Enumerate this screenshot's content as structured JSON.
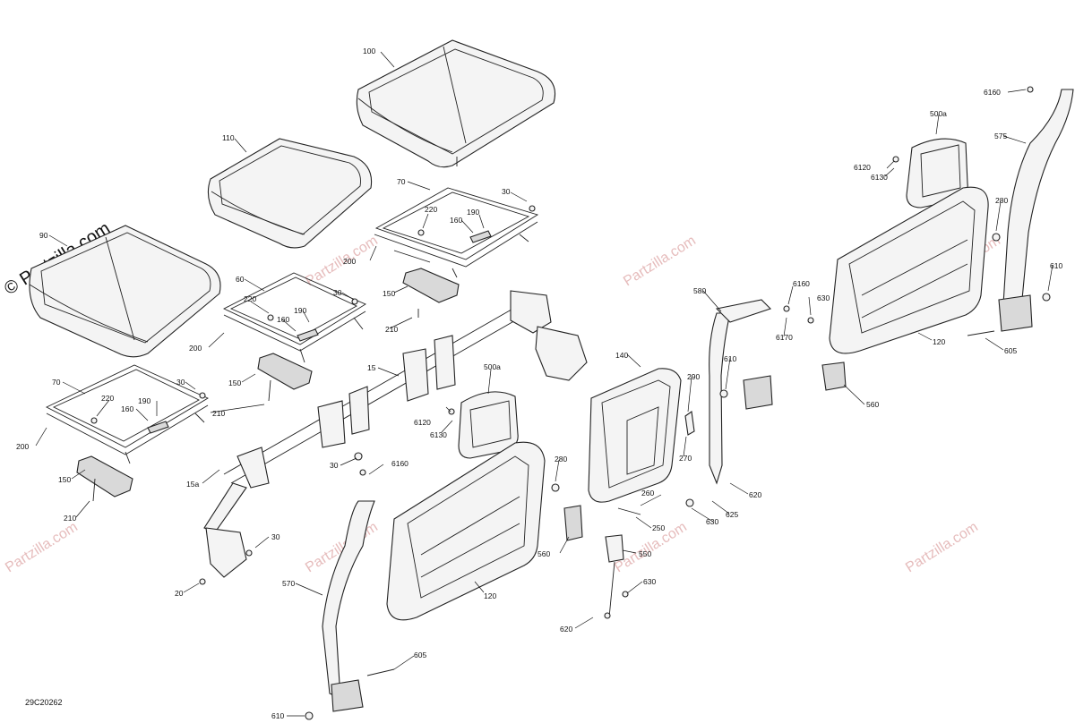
{
  "diagram_code": "29C20262",
  "watermark": {
    "text": "Partzilla.com",
    "primary_text": "© Partzilla.com",
    "color": "#e6bcbc"
  },
  "callouts": {
    "p100": "100",
    "p110": "110",
    "p90": "90",
    "p70a": "70",
    "p70b": "70",
    "p30a": "30",
    "p30b": "30",
    "p30c": "30",
    "p30d": "30",
    "p30e": "30",
    "p220a": "220",
    "p220b": "220",
    "p220c": "220",
    "p160a": "160",
    "p160b": "160",
    "p160c": "160",
    "p190a": "190",
    "p190b": "190",
    "p190c": "190",
    "p200a": "200",
    "p200b": "200",
    "p200c": "200",
    "p60": "60",
    "p150a": "150",
    "p150b": "150",
    "p150c": "150",
    "p210a": "210",
    "p210b": "210",
    "p210c": "210",
    "p15": "15",
    "p15a": "15a",
    "p20": "20",
    "p500a_a": "500a",
    "p500a_b": "500a",
    "p6120a": "6120",
    "p6130a": "6130",
    "p6120b": "6120",
    "p6130b": "6130",
    "p6160a": "6160",
    "p6160b": "6160",
    "p6160c": "6160",
    "p6170": "6170",
    "p280a": "280",
    "p280b": "280",
    "p120a": "120",
    "p120b": "120",
    "p140": "140",
    "p290": "290",
    "p270": "270",
    "p260": "260",
    "p250": "250",
    "p560a": "560",
    "p560b": "560",
    "p550": "550",
    "p630a": "630",
    "p630b": "630",
    "p630c": "630",
    "p620a": "620",
    "p620b": "620",
    "p625": "625",
    "p610a": "610",
    "p610b": "610",
    "p610c": "610",
    "p605a": "605",
    "p605b": "605",
    "p570": "570",
    "p575": "575",
    "p580": "580"
  }
}
